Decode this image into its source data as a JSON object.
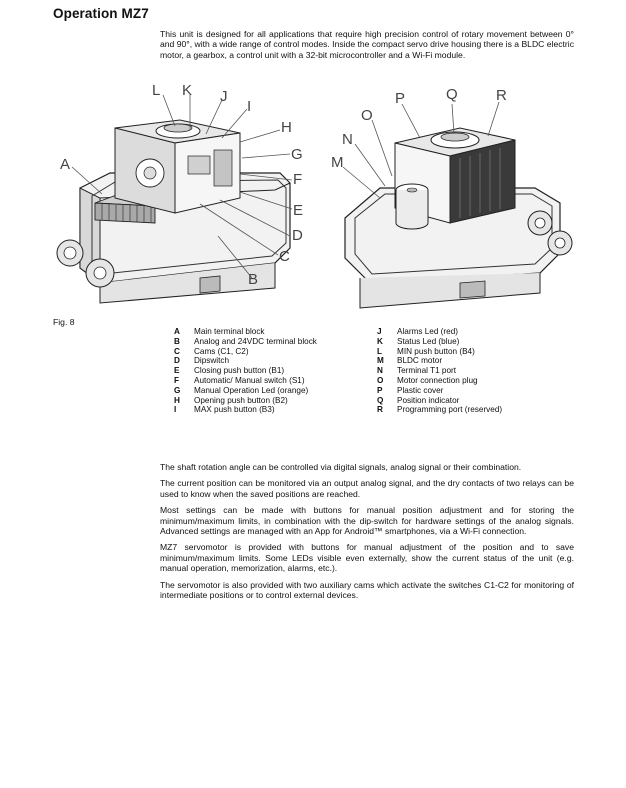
{
  "title": "Operation MZ7",
  "intro": "This unit is designed for all applications that require high precision control of rotary movement between 0° and 90°, with a wide range of control modes. Inside the compact servo drive housing there is a BLDC electric motor, a gearbox, a control unit with a 32-bit microcontroller and a Wi-Fi module.",
  "figure_label": "Fig. 8",
  "callouts_left": [
    "L",
    "K",
    "J",
    "I",
    "H",
    "G",
    "F",
    "E",
    "D",
    "C",
    "B",
    "A"
  ],
  "callouts_right": [
    "P",
    "Q",
    "R",
    "O",
    "N",
    "M"
  ],
  "legend_left": [
    {
      "letter": "A",
      "text": "Main terminal block"
    },
    {
      "letter": "B",
      "text": "Analog and 24VDC terminal block"
    },
    {
      "letter": "C",
      "text": "Cams (C1, C2)"
    },
    {
      "letter": "D",
      "text": "Dipswitch"
    },
    {
      "letter": "E",
      "text": "Closing push button (B1)"
    },
    {
      "letter": "F",
      "text": "Automatic/ Manual switch (S1)"
    },
    {
      "letter": "G",
      "text": "Manual Operation Led (orange)"
    },
    {
      "letter": "H",
      "text": "Opening push button (B2)"
    },
    {
      "letter": "I",
      "text": "MAX push button (B3)"
    }
  ],
  "legend_right": [
    {
      "letter": "J",
      "text": "Alarms Led (red)"
    },
    {
      "letter": "K",
      "text": "Status Led (blue)"
    },
    {
      "letter": "L",
      "text": "MIN push button (B4)"
    },
    {
      "letter": "M",
      "text": "BLDC motor"
    },
    {
      "letter": "N",
      "text": "Terminal T1 port"
    },
    {
      "letter": "O",
      "text": "Motor connection plug"
    },
    {
      "letter": "P",
      "text": "Plastic cover"
    },
    {
      "letter": "Q",
      "text": "Position indicator"
    },
    {
      "letter": "R",
      "text": "Programming port (reserved)"
    }
  ],
  "paragraphs": [
    "The shaft rotation angle can be controlled via digital signals, analog signal or their combination.",
    "The current position can be monitored via an output analog signal, and the dry contacts of two relays can be used to know when the saved positions are reached.",
    "Most settings can be made with buttons for manual position adjustment and for storing the minimum/maximum limits, in combination with the dip-switch for hardware settings of the analog signals. Advanced settings are managed with an App for Android™ smartphones, via a Wi-Fi connection.",
    "MZ7 servomotor is provided with buttons for manual adjustment of the position and to save minimum/maximum limits. Some LEDs visible even externally, show the current status of the unit (e.g. manual operation, memorization, alarms, etc.).",
    "The servomotor is also provided with two auxiliary cams which activate the switches C1-C2 for monitoring of intermediate positions or to control external devices."
  ]
}
